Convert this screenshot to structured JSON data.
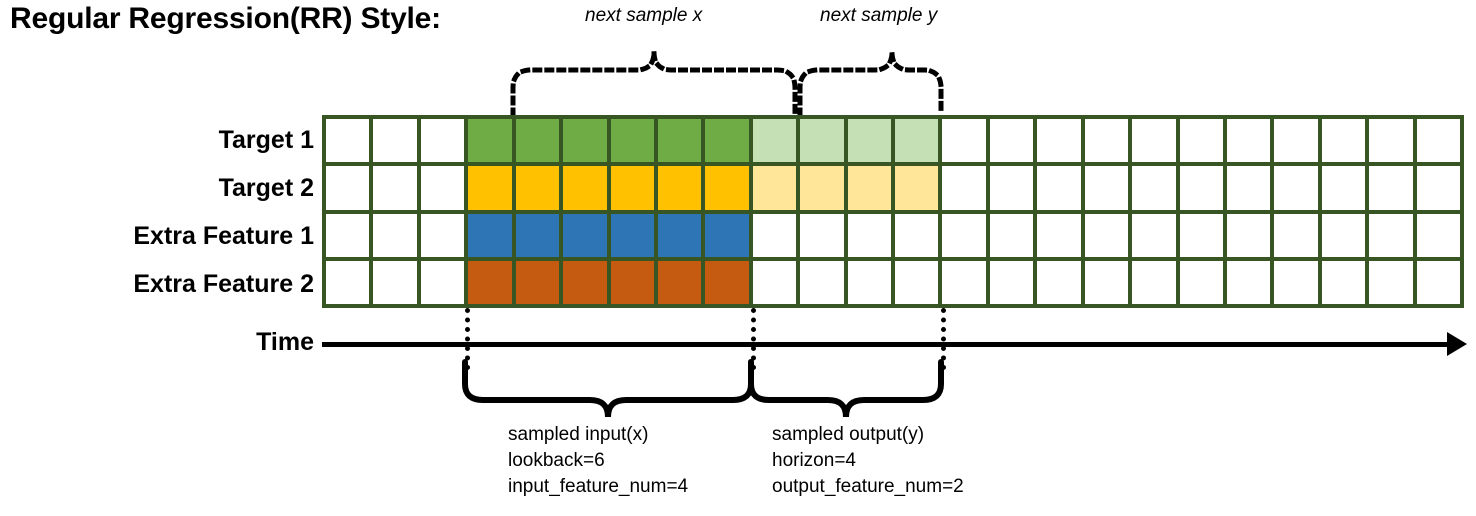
{
  "title": "Regular Regression(RR) Style:",
  "captions": {
    "next_sample_x": "next sample x",
    "next_sample_y": "next sample y"
  },
  "rows": [
    {
      "label": "Target 1",
      "name": "target-1",
      "dark_color": "#6FAC46",
      "light_color": "#C5E0B4",
      "dark_count": 6,
      "light_count": 4
    },
    {
      "label": "Target 2",
      "name": "target-2",
      "dark_color": "#FFC100",
      "light_color": "#FFE699",
      "dark_count": 6,
      "light_count": 4
    },
    {
      "label": "Extra Feature 1",
      "name": "extra-feature-1",
      "dark_color": "#2E75B6",
      "light_color": "#FFFFFF",
      "dark_count": 6,
      "light_count": 0
    },
    {
      "label": "Extra Feature 2",
      "name": "extra-feature-2",
      "dark_color": "#C55A11",
      "light_color": "#FFFFFF",
      "dark_count": 6,
      "light_count": 0
    }
  ],
  "grid": {
    "total_columns": 24,
    "leading_blank_columns": 3,
    "trailing_blank_columns": 11,
    "border_color": "#375623",
    "empty_color": "#FFFFFF"
  },
  "time_axis": {
    "label": "Time"
  },
  "annotations": {
    "input": {
      "line1": "sampled input(x)",
      "line2": "lookback=6",
      "line3": "input_feature_num=4"
    },
    "output": {
      "line1": "sampled output(y)",
      "line2": "horizon=4",
      "line3": "output_feature_num=2"
    }
  }
}
